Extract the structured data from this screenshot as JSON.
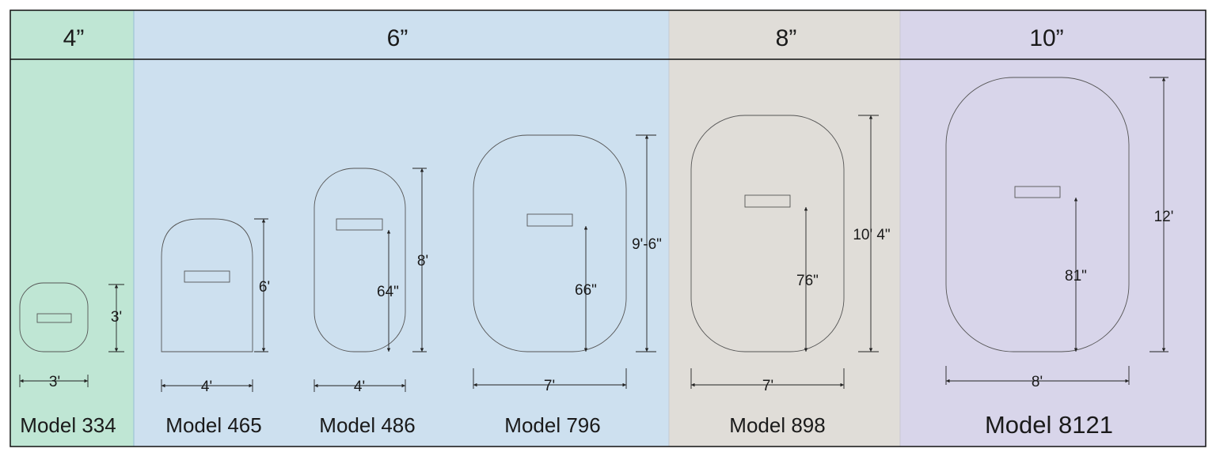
{
  "sections": [
    {
      "label": "4”",
      "color": "#bfe6d4"
    },
    {
      "label": "6”",
      "color": "#cde0ef"
    },
    {
      "label": "8”",
      "color": "#e0ddd8"
    },
    {
      "label": "10”",
      "color": "#d8d5ea"
    }
  ],
  "models": [
    {
      "name": "Model 334",
      "width_label": "3'",
      "height_label": "3'",
      "inner_label": ""
    },
    {
      "name": "Model 465",
      "width_label": "4'",
      "height_label": "6'",
      "inner_label": ""
    },
    {
      "name": "Model 486",
      "width_label": "4'",
      "height_label": "8'",
      "inner_label": "64\""
    },
    {
      "name": "Model 796",
      "width_label": "7'",
      "height_label": "9'-6\"",
      "inner_label": "66\""
    },
    {
      "name": "Model 898",
      "width_label": "7'",
      "height_label": "10' 4\"",
      "inner_label": "76\""
    },
    {
      "name": "Model 8121",
      "width_label": "8'",
      "height_label": "12'",
      "inner_label": "81\""
    }
  ]
}
